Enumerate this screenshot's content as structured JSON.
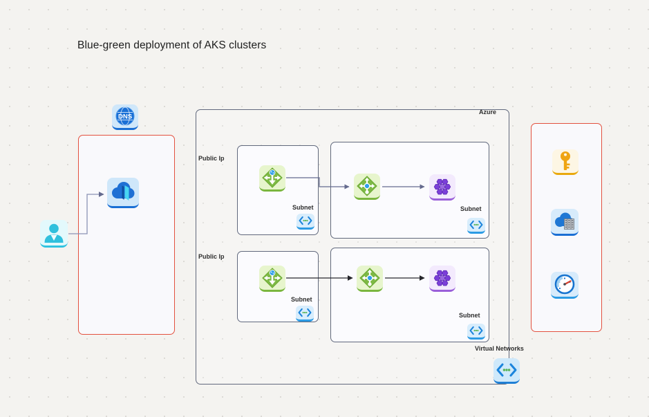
{
  "title": "Blue-green deployment of AKS clusters",
  "external": {
    "dns_icon_label": "DNS"
  },
  "azure_group": {
    "label": "Azure",
    "virtual_networks_label": "Virtual Networks",
    "rows": [
      {
        "public_ip_label": "Public Ip",
        "gateway_subnet_label": "Subnet",
        "cluster_subnet_label": "Subnet"
      },
      {
        "public_ip_label": "Public Ip",
        "gateway_subnet_label": "Subnet",
        "cluster_subnet_label": "Subnet"
      }
    ]
  },
  "icons": {
    "dns": "blue globe circle with DNS text",
    "user": "cyan person silhouette",
    "front_door": "blue cloud with cyan door",
    "application_gateway": "green diamond, down arrow, side arrows, blue globe dot",
    "load_balancer": "green diamond, four white arrows, blue center dot",
    "aks_cluster": "cluster of purple hexagons",
    "subnet": "blue angle brackets with green dots",
    "virtual_network": "blue angle brackets with green dots",
    "key_vault": "orange key on cream tile",
    "cloud_registry": "blue cloud with gray server building",
    "monitor_gauge": "white gauge with red needle"
  },
  "colors": {
    "background": "#f4f3f0",
    "red_border": "#e3503e",
    "group_border": "#60687c",
    "azure_blue": "#1a6fd4",
    "gateway_green": "#7db944",
    "aks_purple": "#7b3fd8",
    "user_cyan": "#2fc3e0",
    "key_yellow": "#efa412",
    "connector_slate": "#646a8e",
    "connector_dark": "#26262b"
  }
}
